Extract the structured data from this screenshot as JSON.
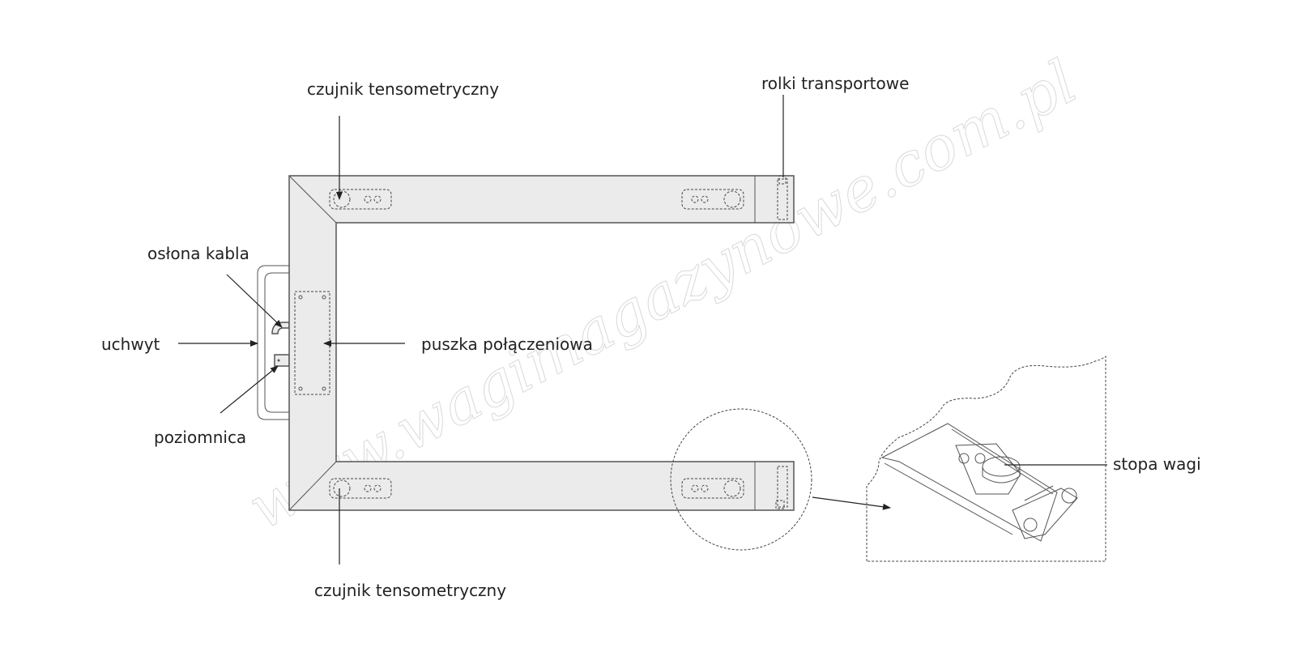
{
  "labels": {
    "sensor_top": "czujnik tensometryczny",
    "rollers": "rolki transportowe",
    "cable_cover": "osłona kabla",
    "handle": "uchwyt",
    "junction_box": "puszka połączeniowa",
    "level": "poziomnica",
    "sensor_bottom": "czujnik tensometryczny",
    "scale_foot": "stopa wagi"
  },
  "watermark": "www.wagimagazynowe.com.pl"
}
